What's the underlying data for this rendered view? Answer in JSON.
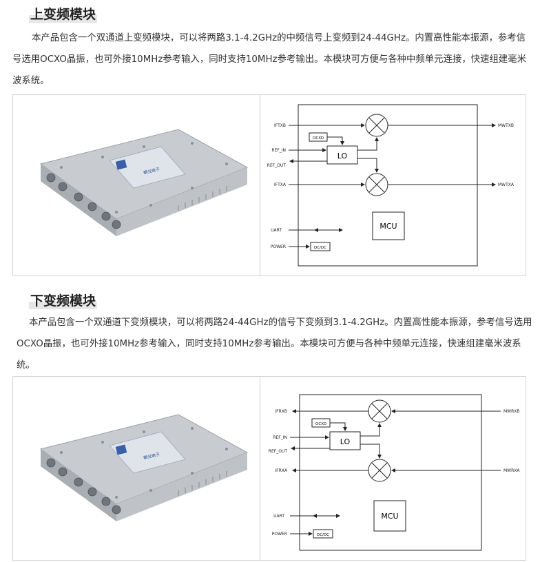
{
  "upconverter": {
    "title": "上变频模块",
    "paragraph": "本产品包含一个双通道上变频模块，可以将两路3.1-4.2GHz的中频信号上变频到24-44GHz。内置高性能本振源，参考信号选用OCXO晶振，也可外接10MHz参考输入，同时支持10MHz参考输出。本模块可方便与各种中频单元连接，快速组建毫米波系统。",
    "diagram": {
      "inputs": [
        "IFTXB",
        "REF_IN",
        "REF_OUT",
        "IFTXA",
        "UART",
        "POWER"
      ],
      "outputs": [
        "MWTXB",
        "MWTXA"
      ],
      "blocks": {
        "ocxo": "OCXO",
        "lo": "LO",
        "mcu": "MCU",
        "dcdc": "DC/DC"
      }
    },
    "photo_label": "瞬光电子"
  },
  "downconverter": {
    "title": "下变频模块",
    "paragraph": "本产品包含一个双通道下变频模块，可以将两路24-44GHz的信号下变频到3.1-4.2GHz。内置高性能本振源，参考信号选用OCXO晶振，也可外接10MHz参考输入，同时支持10MHz参考输出。本模块可方便与各种中频单元连接，快速组建毫米波系统。",
    "diagram": {
      "outputs_left": [
        "IFRXB",
        "REF_IN",
        "REF_OUT",
        "IFRXA",
        "UART",
        "POWER"
      ],
      "inputs_right": [
        "MWRXB",
        "MWRXA"
      ],
      "blocks": {
        "ocxo": "OCXO",
        "lo": "LO",
        "mcu": "MCU",
        "dcdc": "DC/DC"
      }
    },
    "photo_label": "瞬光电子"
  },
  "colors": {
    "text": "#333333",
    "border": "#d2d2d2",
    "title_underline": "#e6e6e6"
  }
}
